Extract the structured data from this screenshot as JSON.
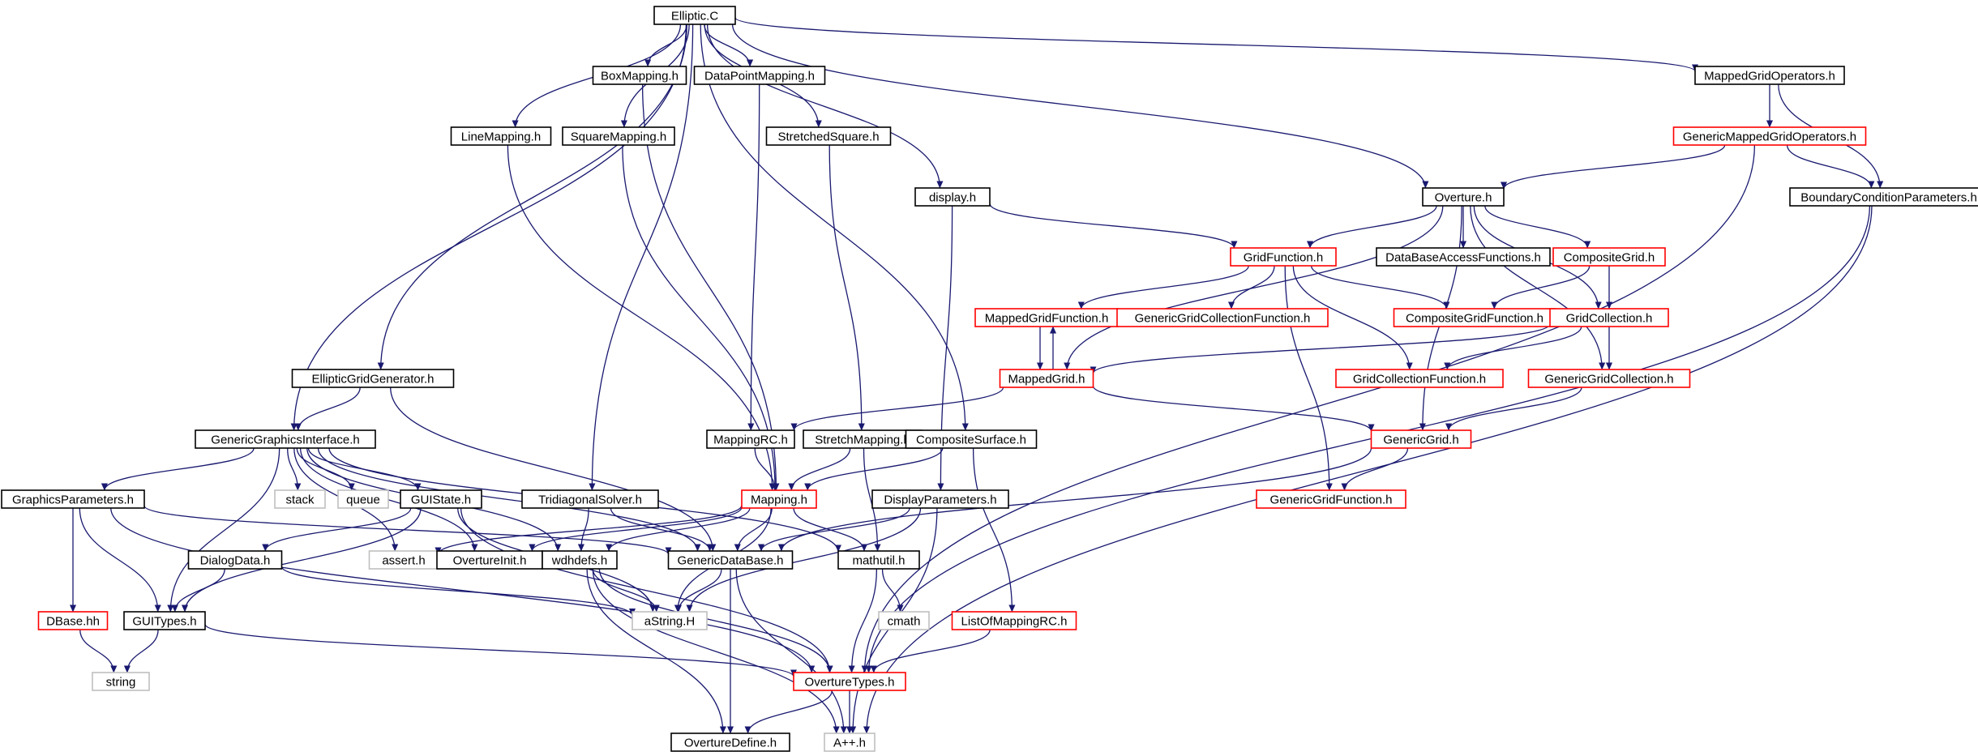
{
  "diagram": {
    "type": "include-dependency-graph",
    "colors": {
      "edge": "#191970",
      "root_fill": "#bfbfbf",
      "border_normal": "#000000",
      "border_truncated": "#ff0000",
      "border_external": "#bfbfbf"
    },
    "nodes": [
      {
        "id": "ellipticc",
        "label": "Elliptic.C",
        "style": "root"
      },
      {
        "id": "boxmapping",
        "label": "BoxMapping.h",
        "style": "normal"
      },
      {
        "id": "datapointmapping",
        "label": "DataPointMapping.h",
        "style": "normal"
      },
      {
        "id": "mappedgridoperators",
        "label": "MappedGridOperators.h",
        "style": "normal"
      },
      {
        "id": "linemapping",
        "label": "LineMapping.h",
        "style": "normal"
      },
      {
        "id": "squaremapping",
        "label": "SquareMapping.h",
        "style": "normal"
      },
      {
        "id": "stretchedsquare",
        "label": "StretchedSquare.h",
        "style": "normal"
      },
      {
        "id": "genericmappedgridoperators",
        "label": "GenericMappedGridOperators.h",
        "style": "truncated"
      },
      {
        "id": "display",
        "label": "display.h",
        "style": "normal"
      },
      {
        "id": "overture",
        "label": "Overture.h",
        "style": "normal"
      },
      {
        "id": "boundaryconditionparameters",
        "label": "BoundaryConditionParameters.h",
        "style": "normal"
      },
      {
        "id": "gridfunction",
        "label": "GridFunction.h",
        "style": "truncated"
      },
      {
        "id": "databaseaccessfunctions",
        "label": "DataBaseAccessFunctions.h",
        "style": "normal"
      },
      {
        "id": "compositegrid",
        "label": "CompositeGrid.h",
        "style": "truncated"
      },
      {
        "id": "mappedgridfunction",
        "label": "MappedGridFunction.h",
        "style": "truncated"
      },
      {
        "id": "genericgridcollectionfunction",
        "label": "GenericGridCollectionFunction.h",
        "style": "truncated"
      },
      {
        "id": "compositegridfunction",
        "label": "CompositeGridFunction.h",
        "style": "truncated"
      },
      {
        "id": "gridcollection",
        "label": "GridCollection.h",
        "style": "truncated"
      },
      {
        "id": "ellipticgridgenerator",
        "label": "EllipticGridGenerator.h",
        "style": "normal"
      },
      {
        "id": "mappedgrid",
        "label": "MappedGrid.h",
        "style": "truncated"
      },
      {
        "id": "gridcollectionfunction",
        "label": "GridCollectionFunction.h",
        "style": "truncated"
      },
      {
        "id": "genericgridcollection",
        "label": "GenericGridCollection.h",
        "style": "truncated"
      },
      {
        "id": "genericgraphicsinterface",
        "label": "GenericGraphicsInterface.h",
        "style": "normal"
      },
      {
        "id": "mappingrc",
        "label": "MappingRC.h",
        "style": "normal"
      },
      {
        "id": "stretchmapping",
        "label": "StretchMapping.h",
        "style": "normal"
      },
      {
        "id": "compositesurface",
        "label": "CompositeSurface.h",
        "style": "normal"
      },
      {
        "id": "genericgrid",
        "label": "GenericGrid.h",
        "style": "truncated"
      },
      {
        "id": "stack",
        "label": "stack",
        "style": "external"
      },
      {
        "id": "queue",
        "label": "queue",
        "style": "external"
      },
      {
        "id": "guistate",
        "label": "GUIState.h",
        "style": "normal"
      },
      {
        "id": "tridiagonalsolver",
        "label": "TridiagonalSolver.h",
        "style": "normal"
      },
      {
        "id": "mapping",
        "label": "Mapping.h",
        "style": "truncated"
      },
      {
        "id": "displayparameters",
        "label": "DisplayParameters.h",
        "style": "normal"
      },
      {
        "id": "genericgridfunction",
        "label": "GenericGridFunction.h",
        "style": "truncated"
      },
      {
        "id": "graphicsparameters",
        "label": "GraphicsParameters.h",
        "style": "normal"
      },
      {
        "id": "asserth",
        "label": "assert.h",
        "style": "external"
      },
      {
        "id": "overtureinit",
        "label": "OvertureInit.h",
        "style": "normal"
      },
      {
        "id": "wdhdefs",
        "label": "wdhdefs.h",
        "style": "normal"
      },
      {
        "id": "genericdatabase",
        "label": "GenericDataBase.h",
        "style": "normal"
      },
      {
        "id": "mathutil",
        "label": "mathutil.h",
        "style": "normal"
      },
      {
        "id": "dialogdata",
        "label": "DialogData.h",
        "style": "normal"
      },
      {
        "id": "dbase",
        "label": "DBase.hh",
        "style": "truncated"
      },
      {
        "id": "guitypes",
        "label": "GUITypes.h",
        "style": "normal"
      },
      {
        "id": "astring",
        "label": "aString.H",
        "style": "external"
      },
      {
        "id": "cmath",
        "label": "cmath",
        "style": "external"
      },
      {
        "id": "listofmappingrc",
        "label": "ListOfMappingRC.h",
        "style": "truncated"
      },
      {
        "id": "string",
        "label": "string",
        "style": "external"
      },
      {
        "id": "overturetypes",
        "label": "OvertureTypes.h",
        "style": "truncated"
      },
      {
        "id": "overturedefine",
        "label": "OvertureDefine.h",
        "style": "normal"
      },
      {
        "id": "appph",
        "label": "A++.h",
        "style": "external"
      }
    ],
    "edges": [
      [
        "ellipticc",
        "boxmapping"
      ],
      [
        "ellipticc",
        "datapointmapping"
      ],
      [
        "ellipticc",
        "mappedgridoperators"
      ],
      [
        "ellipticc",
        "linemapping"
      ],
      [
        "ellipticc",
        "squaremapping"
      ],
      [
        "ellipticc",
        "stretchedsquare"
      ],
      [
        "ellipticc",
        "display"
      ],
      [
        "ellipticc",
        "overture"
      ],
      [
        "ellipticc",
        "ellipticgridgenerator"
      ],
      [
        "ellipticc",
        "genericgraphicsinterface"
      ],
      [
        "ellipticc",
        "tridiagonalsolver"
      ],
      [
        "ellipticc",
        "compositesurface"
      ],
      [
        "boxmapping",
        "mapping"
      ],
      [
        "datapointmapping",
        "mappingrc"
      ],
      [
        "linemapping",
        "mapping"
      ],
      [
        "squaremapping",
        "mapping"
      ],
      [
        "stretchedsquare",
        "stretchmapping"
      ],
      [
        "mappedgridoperators",
        "genericmappedgridoperators"
      ],
      [
        "mappedgridoperators",
        "boundaryconditionparameters"
      ],
      [
        "genericmappedgridoperators",
        "overture"
      ],
      [
        "genericmappedgridoperators",
        "boundaryconditionparameters"
      ],
      [
        "genericmappedgridoperators",
        "overturetypes"
      ],
      [
        "boundaryconditionparameters",
        "overturetypes"
      ],
      [
        "boundaryconditionparameters",
        "appph"
      ],
      [
        "display",
        "gridfunction"
      ],
      [
        "display",
        "displayparameters"
      ],
      [
        "overture",
        "gridfunction"
      ],
      [
        "overture",
        "databaseaccessfunctions"
      ],
      [
        "overture",
        "compositegrid"
      ],
      [
        "overture",
        "mappedgrid"
      ],
      [
        "overture",
        "gridcollection"
      ],
      [
        "overture",
        "genericgridcollection"
      ],
      [
        "overture",
        "genericgrid"
      ],
      [
        "gridfunction",
        "mappedgridfunction"
      ],
      [
        "gridfunction",
        "genericgridcollectionfunction"
      ],
      [
        "gridfunction",
        "compositegridfunction"
      ],
      [
        "gridfunction",
        "gridcollectionfunction"
      ],
      [
        "gridfunction",
        "genericgridfunction"
      ],
      [
        "compositegrid",
        "compositegridfunction"
      ],
      [
        "compositegrid",
        "gridcollection"
      ],
      [
        "mappedgridfunction",
        "mappedgrid"
      ],
      [
        "mappedgrid",
        "mappedgridfunction"
      ],
      [
        "gridcollection",
        "mappedgrid"
      ],
      [
        "gridcollection",
        "gridcollectionfunction"
      ],
      [
        "gridcollection",
        "genericgridcollection"
      ],
      [
        "mappedgrid",
        "mappingrc"
      ],
      [
        "mappedgrid",
        "genericgrid"
      ],
      [
        "genericgridcollection",
        "genericgrid"
      ],
      [
        "genericgrid",
        "genericgridfunction"
      ],
      [
        "genericgrid",
        "genericdatabase"
      ],
      [
        "ellipticgridgenerator",
        "genericgraphicsinterface"
      ],
      [
        "ellipticgridgenerator",
        "genericdatabase"
      ],
      [
        "genericgraphicsinterface",
        "graphicsparameters"
      ],
      [
        "genericgraphicsinterface",
        "stack"
      ],
      [
        "genericgraphicsinterface",
        "queue"
      ],
      [
        "genericgraphicsinterface",
        "guistate"
      ],
      [
        "genericgraphicsinterface",
        "asserth"
      ],
      [
        "genericgraphicsinterface",
        "overtureinit"
      ],
      [
        "genericgraphicsinterface",
        "wdhdefs"
      ],
      [
        "genericgraphicsinterface",
        "genericdatabase"
      ],
      [
        "genericgraphicsinterface",
        "mathutil"
      ],
      [
        "genericgraphicsinterface",
        "guitypes"
      ],
      [
        "mappingrc",
        "mapping"
      ],
      [
        "stretchmapping",
        "mapping"
      ],
      [
        "stretchmapping",
        "mathutil"
      ],
      [
        "compositesurface",
        "mapping"
      ],
      [
        "compositesurface",
        "listofmappingrc"
      ],
      [
        "tridiagonalsolver",
        "wdhdefs"
      ],
      [
        "tridiagonalsolver",
        "genericdatabase"
      ],
      [
        "guistate",
        "dialogdata"
      ],
      [
        "guistate",
        "guitypes"
      ],
      [
        "guistate",
        "astring"
      ],
      [
        "guistate",
        "overturetypes"
      ],
      [
        "graphicsparameters",
        "dbase"
      ],
      [
        "graphicsparameters",
        "guitypes"
      ],
      [
        "graphicsparameters",
        "genericdatabase"
      ],
      [
        "graphicsparameters",
        "overturetypes"
      ],
      [
        "mapping",
        "asserth"
      ],
      [
        "mapping",
        "overtureinit"
      ],
      [
        "mapping",
        "wdhdefs"
      ],
      [
        "mapping",
        "genericdatabase"
      ],
      [
        "mapping",
        "mathutil"
      ],
      [
        "mapping",
        "astring"
      ],
      [
        "displayparameters",
        "genericdatabase"
      ],
      [
        "displayparameters",
        "astring"
      ],
      [
        "displayparameters",
        "appph"
      ],
      [
        "dialogdata",
        "guitypes"
      ],
      [
        "dialogdata",
        "astring"
      ],
      [
        "dbase",
        "string"
      ],
      [
        "guitypes",
        "string"
      ],
      [
        "guitypes",
        "overturetypes"
      ],
      [
        "wdhdefs",
        "astring"
      ],
      [
        "wdhdefs",
        "overturetypes"
      ],
      [
        "wdhdefs",
        "overturedefine"
      ],
      [
        "wdhdefs",
        "appph"
      ],
      [
        "genericdatabase",
        "astring"
      ],
      [
        "genericdatabase",
        "overturedefine"
      ],
      [
        "genericdatabase",
        "appph"
      ],
      [
        "mathutil",
        "cmath"
      ],
      [
        "mathutil",
        "overturetypes"
      ],
      [
        "listofmappingrc",
        "overturetypes"
      ],
      [
        "overturetypes",
        "overturedefine"
      ],
      [
        "overturetypes",
        "appph"
      ]
    ]
  }
}
